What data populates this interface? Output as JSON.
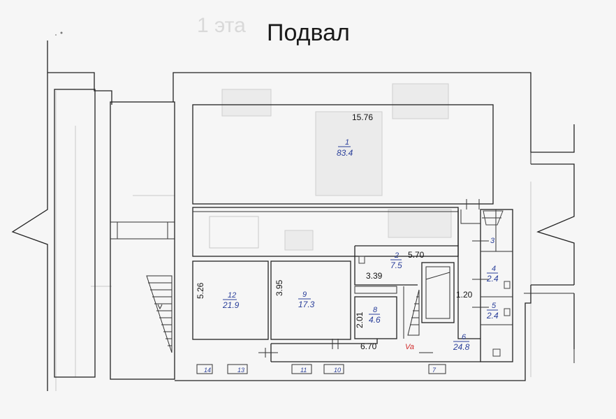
{
  "title": "Подвал",
  "ghost_title": "1 эта",
  "rooms": [
    {
      "id": "room-1",
      "number": "1",
      "area": "83.4"
    },
    {
      "id": "room-2",
      "number": "2",
      "area": "7.5"
    },
    {
      "id": "room-3",
      "number": "3",
      "area": ""
    },
    {
      "id": "room-4",
      "number": "4",
      "area": "2.4"
    },
    {
      "id": "room-5",
      "number": "5",
      "area": "2.4"
    },
    {
      "id": "room-6",
      "number": "6",
      "area": "24.8"
    },
    {
      "id": "room-8",
      "number": "8",
      "area": "4.6"
    },
    {
      "id": "room-9",
      "number": "9",
      "area": "17.3"
    },
    {
      "id": "room-12",
      "number": "12",
      "area": "21.9"
    }
  ],
  "dimensions": [
    "15.76",
    "5.70",
    "3.39",
    "5.26",
    "3.95",
    "2.01",
    "6.70",
    "1.20"
  ],
  "marker": "Va",
  "windows": [
    "14",
    "13",
    "11",
    "10",
    "7"
  ],
  "icons": {
    "stair": "stair-icon",
    "toilet": "toilet-icon",
    "sink": "sink-icon"
  },
  "colors": {
    "room_label": "#2a3f9a",
    "marker": "#d12a2a",
    "wall": "#222222"
  }
}
